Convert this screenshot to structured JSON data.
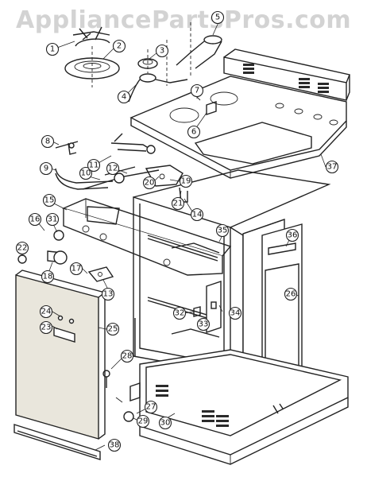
{
  "watermark": "AppliancePartsPros.com",
  "callouts": [
    {
      "label": "1"
    },
    {
      "label": "2"
    },
    {
      "label": "3"
    },
    {
      "label": "4"
    },
    {
      "label": "5"
    },
    {
      "label": "6"
    },
    {
      "label": "7"
    },
    {
      "label": "8"
    },
    {
      "label": "9"
    },
    {
      "label": "10"
    },
    {
      "label": "11"
    },
    {
      "label": "12"
    },
    {
      "label": "13"
    },
    {
      "label": "14"
    },
    {
      "label": "15"
    },
    {
      "label": "16"
    },
    {
      "label": "17"
    },
    {
      "label": "18"
    },
    {
      "label": "19"
    },
    {
      "label": "20"
    },
    {
      "label": "21"
    },
    {
      "label": "22"
    },
    {
      "label": "23"
    },
    {
      "label": "24"
    },
    {
      "label": "25"
    },
    {
      "label": "26"
    },
    {
      "label": "27"
    },
    {
      "label": "28"
    },
    {
      "label": "29"
    },
    {
      "label": "30"
    },
    {
      "label": "31"
    },
    {
      "label": "32"
    },
    {
      "label": "33"
    },
    {
      "label": "34"
    },
    {
      "label": "35"
    },
    {
      "label": "36"
    },
    {
      "label": "37"
    },
    {
      "label": "38"
    }
  ]
}
